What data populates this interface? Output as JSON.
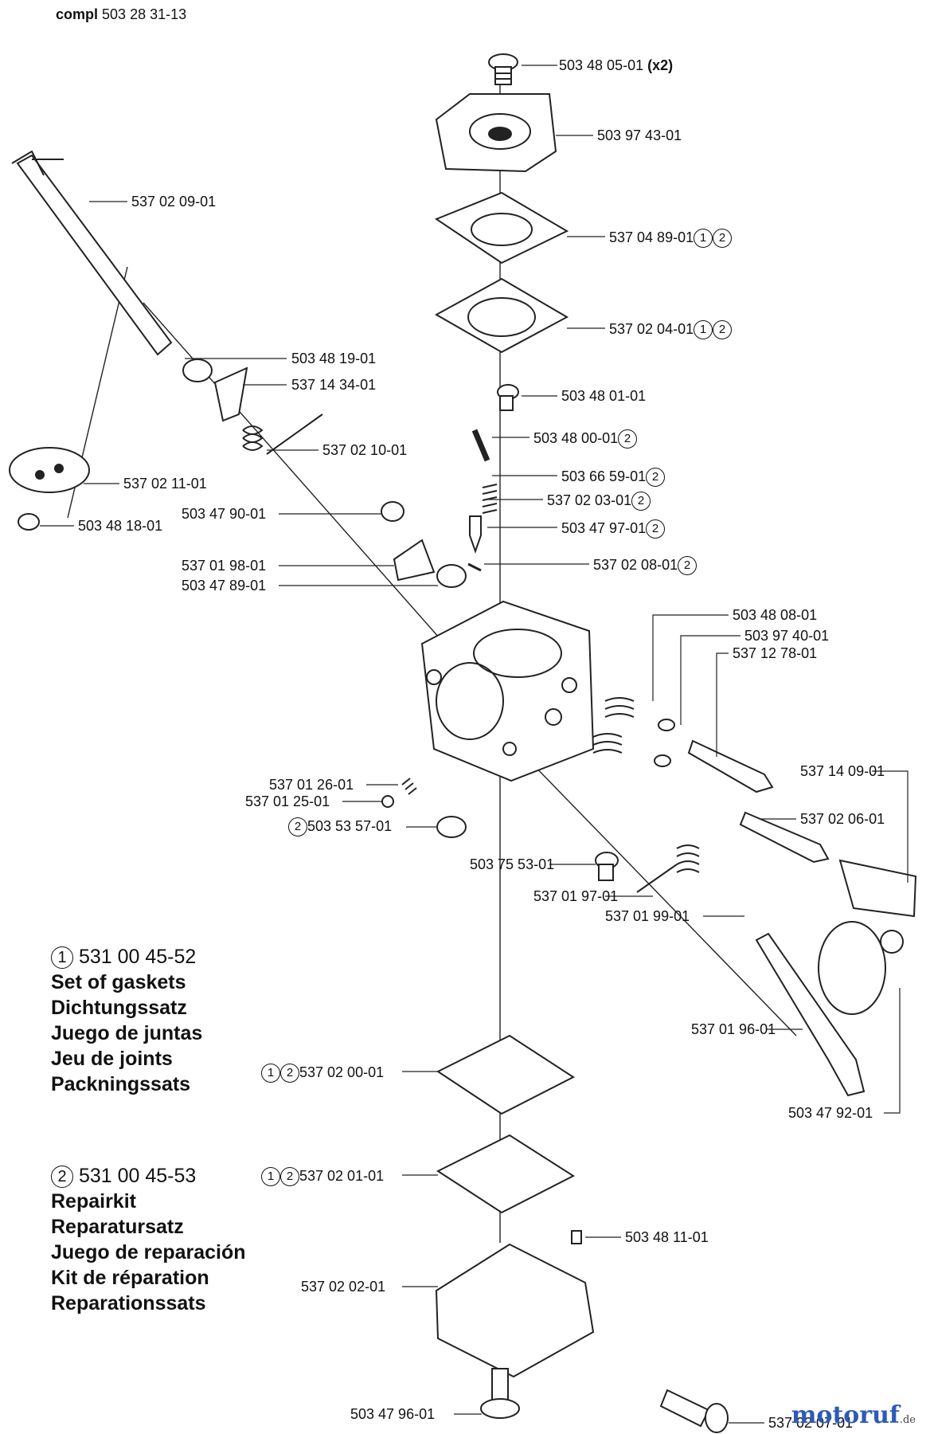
{
  "header": {
    "prefix": "compl",
    "code": "503 28 31-13"
  },
  "labels": {
    "p1": "503 48 05-01",
    "p1b": "(x2)",
    "p2": "503 97 43-01",
    "p3": "537 04 89-01",
    "p4": "537 02 04-01",
    "p5": "537 02 09-01",
    "p6": "503 48 19-01",
    "p7": "537 14 34-01",
    "p8": "503 48 01-01",
    "p9": "503 48 00-01",
    "p10": "537 02 10-01",
    "p11": "537 02 11-01",
    "p12": "503 66 59-01",
    "p13": "537 02 03-01",
    "p14": "503 48 18-01",
    "p15": "503 47 90-01",
    "p16": "503 47 97-01",
    "p17": "537 01 98-01",
    "p18": "503 47 89-01",
    "p19": "537 02 08-01",
    "p20": "503 48 08-01",
    "p21": "503 97 40-01",
    "p22": "537 12 78-01",
    "p23": "537 14 09-01",
    "p24": "537 01 26-01",
    "p25": "537 01 25-01",
    "p26": "503 53 57-01",
    "p27": "537 02 06-01",
    "p28": "503 75 53-01",
    "p29": "537 01 97-01",
    "p30": "537 01 99-01",
    "p31": "537 01 96-01",
    "p32": "537 02 00-01",
    "p33": "503 47 92-01",
    "p34": "537 02 01-01",
    "p35": "503 48 11-01",
    "p36": "537 02 02-01",
    "p37": "503 47 96-01",
    "p38": "537 02 07-01"
  },
  "marks": {
    "one": "1",
    "two": "2"
  },
  "kit1": {
    "number": "1",
    "code": "531 00 45-52",
    "lines": [
      "Set of gaskets",
      "Dichtungssatz",
      "Juego de juntas",
      "Jeu de joints",
      "Packningssats"
    ]
  },
  "kit2": {
    "number": "2",
    "code": "531 00 45-53",
    "lines": [
      "Repairkit",
      "Reparatursatz",
      "Juego de reparación",
      "Kit de réparation",
      "Reparationssats"
    ]
  },
  "brand": {
    "name": "motoruf",
    "tld": ".de"
  }
}
